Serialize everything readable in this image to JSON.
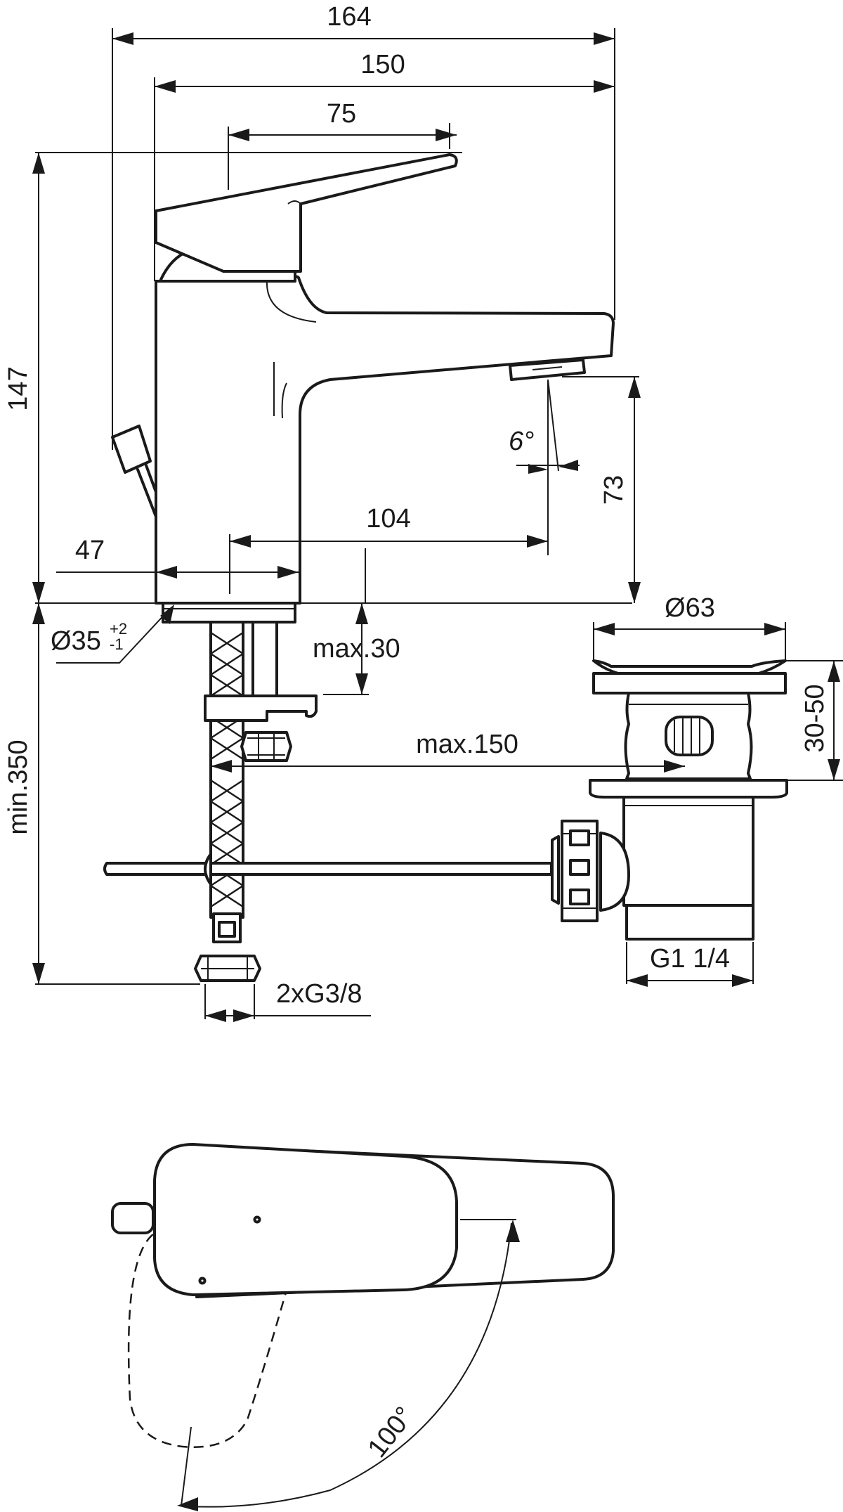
{
  "dimensions": {
    "overall_width": "164",
    "body_to_spout": "150",
    "lever_length": "75",
    "height": "147",
    "spout_angle": "6°",
    "spout_height": "73",
    "spout_reach": "104",
    "rod_offset": "47",
    "hole_diameter": "Ø35",
    "hole_tol_plus": "+2",
    "hole_tol_minus": "-1",
    "deck_thickness": "max.30",
    "waste_diameter": "Ø63",
    "waste_range": "30-50",
    "rod_length": "max.150",
    "hose_length": "min.350",
    "connections": "2xG3/8",
    "waste_thread": "G1 1/4",
    "swivel_angle": "100°"
  }
}
